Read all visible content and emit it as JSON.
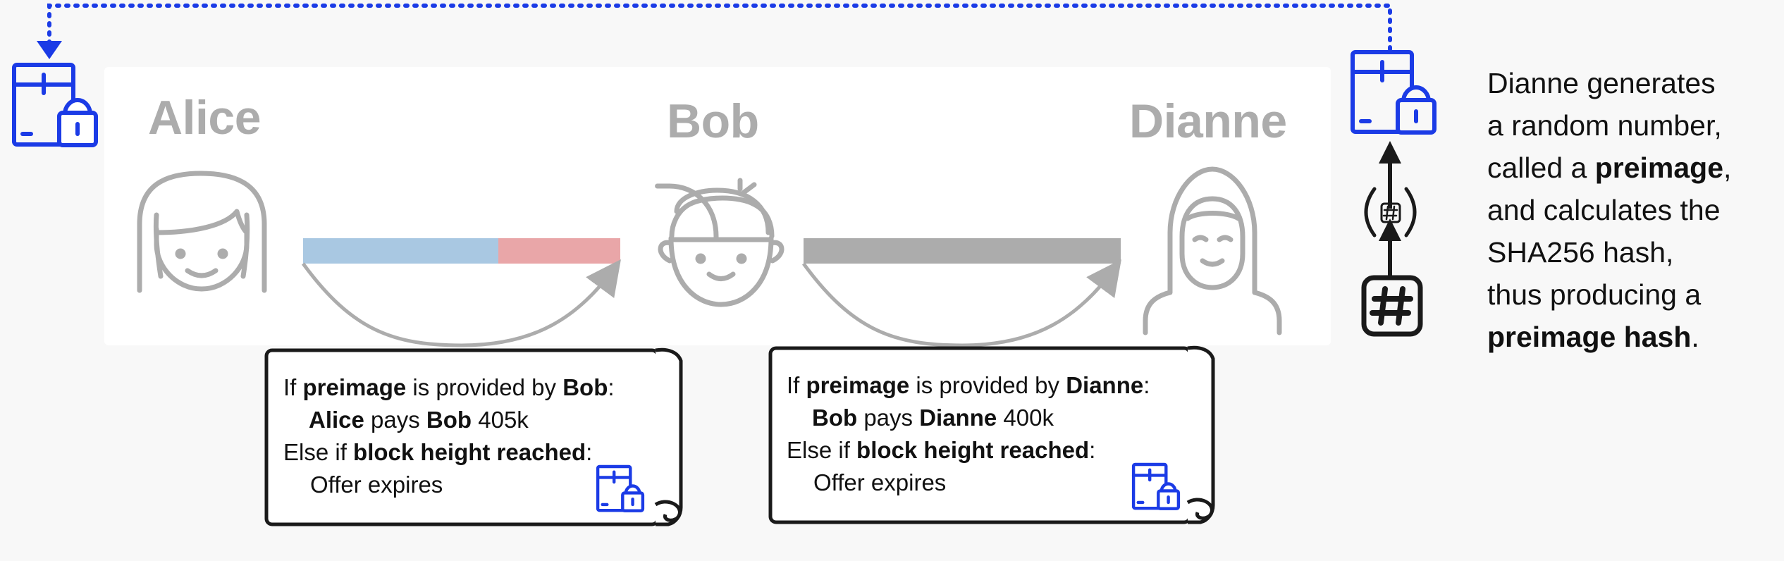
{
  "people": {
    "alice": "Alice",
    "bob": "Bob",
    "dianne": "Dianne"
  },
  "contract_alice_bob": {
    "line1": {
      "a": "If ",
      "b": "preimage",
      "c": " is provided by ",
      "d": "Bob",
      "e": ":"
    },
    "line2": {
      "a": "Alice",
      "b": " pays ",
      "c": "Bob",
      "d": " 405k"
    },
    "line3": {
      "a": "Else if ",
      "b": "block height reached",
      "c": ":"
    },
    "line4": "Offer expires"
  },
  "contract_bob_dianne": {
    "line1": {
      "a": "If ",
      "b": "preimage",
      "c": " is provided by ",
      "d": "Dianne",
      "e": ":"
    },
    "line2": {
      "a": "Bob",
      "b": " pays ",
      "c": "Dianne",
      "d": " 400k"
    },
    "line3": {
      "a": "Else if ",
      "b": "block height reached",
      "c": ":"
    },
    "line4": "Offer expires"
  },
  "description": {
    "l1": "Dianne generates",
    "l2": "a random number,",
    "l3a": "called a ",
    "l3b": "preimage",
    "l3c": ",",
    "l4": "and calculates the",
    "l5": "SHA256 hash,",
    "l6": "thus producing a",
    "l7a": "preimage hash",
    "l7b": "."
  },
  "channels": {
    "alice_bob": {
      "alice_share": 0.615,
      "bob_share": 0.385
    },
    "bob_dianne": {
      "bob_share": 0.0,
      "dianne_share": 1.0
    }
  },
  "colors": {
    "accent_blue": "#1b3be6",
    "gray": "#acacac",
    "alice_balance": "#a9c8e2",
    "bob_balance": "#e9a6a8",
    "channel_gray": "#acacac"
  },
  "icons": [
    "locked-envelope-icon",
    "hash-icon",
    "hash-in-parentheses-icon",
    "arrow-up-icon",
    "scroll-icon"
  ]
}
